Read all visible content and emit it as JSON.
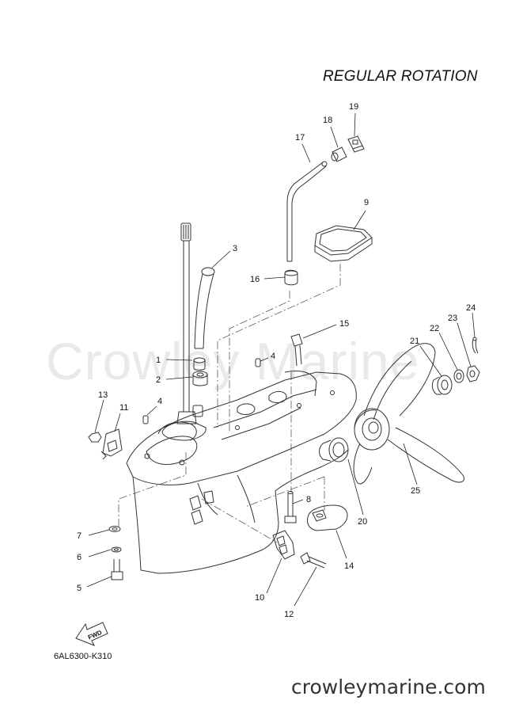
{
  "diagram": {
    "title": "REGULAR ROTATION",
    "drawing_code": "6AL6300-K310",
    "watermark": "Crowley Marine",
    "footer_site": "crowleymarine.com",
    "fwd_label": "FWD",
    "callouts": [
      {
        "id": "c1",
        "number": "1"
      },
      {
        "id": "c2",
        "number": "2"
      },
      {
        "id": "c3",
        "number": "3"
      },
      {
        "id": "c4a",
        "number": "4"
      },
      {
        "id": "c4b",
        "number": "4"
      },
      {
        "id": "c5",
        "number": "5"
      },
      {
        "id": "c6",
        "number": "6"
      },
      {
        "id": "c7",
        "number": "7"
      },
      {
        "id": "c8",
        "number": "8"
      },
      {
        "id": "c9",
        "number": "9"
      },
      {
        "id": "c10",
        "number": "10"
      },
      {
        "id": "c11",
        "number": "11"
      },
      {
        "id": "c12",
        "number": "12"
      },
      {
        "id": "c13",
        "number": "13"
      },
      {
        "id": "c14",
        "number": "14"
      },
      {
        "id": "c15",
        "number": "15"
      },
      {
        "id": "c16",
        "number": "16"
      },
      {
        "id": "c17",
        "number": "17"
      },
      {
        "id": "c18",
        "number": "18"
      },
      {
        "id": "c19",
        "number": "19"
      },
      {
        "id": "c20",
        "number": "20"
      },
      {
        "id": "c21",
        "number": "21"
      },
      {
        "id": "c22",
        "number": "22"
      },
      {
        "id": "c23",
        "number": "23"
      },
      {
        "id": "c24",
        "number": "24"
      },
      {
        "id": "c25",
        "number": "25"
      }
    ]
  }
}
